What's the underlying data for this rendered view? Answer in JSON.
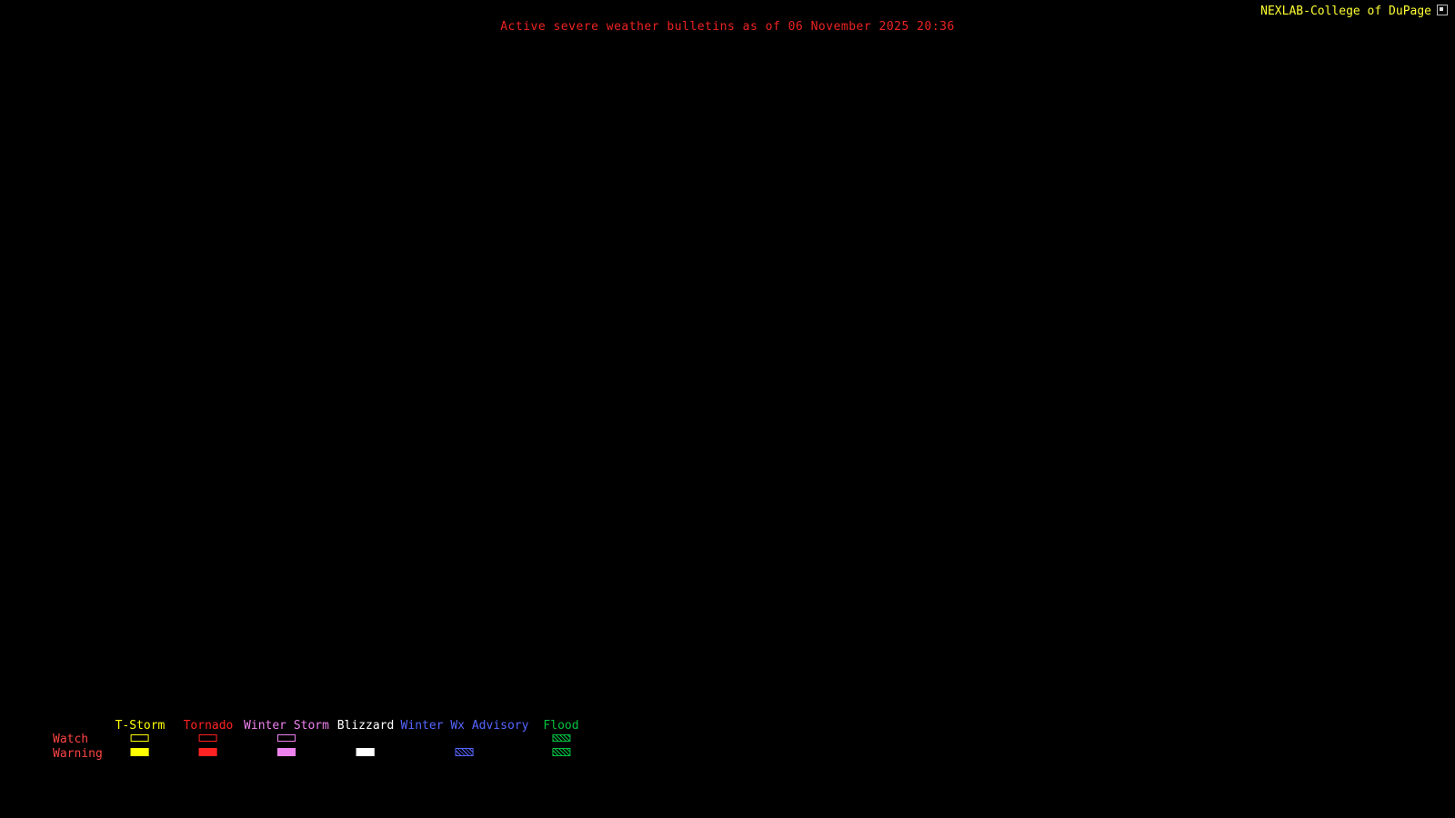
{
  "header": {
    "title": "Active severe weather bulletins as of 06 November 2025 20:36",
    "brand": "NEXLAB-College of DuPage"
  },
  "colors": {
    "background": "#000000",
    "title_text": "#ee2222",
    "brand_text": "#ffff33",
    "row_label_text": "#ff4444"
  },
  "legend": {
    "row_labels": {
      "watch": "Watch",
      "warning": "Warning"
    },
    "columns": [
      {
        "label": "T-Storm",
        "color": "#ffff00",
        "watch": "outline",
        "warning": "fill"
      },
      {
        "label": "Tornado",
        "color": "#ff2222",
        "watch": "outline",
        "warning": "fill"
      },
      {
        "label": "Winter Storm",
        "color": "#ee82ee",
        "watch": "outline",
        "warning": "fill"
      },
      {
        "label": "Blizzard",
        "color": "#ffffff",
        "watch": "none",
        "warning": "fill"
      },
      {
        "label": "Winter Wx Advisory",
        "color": "#5566ff",
        "watch": "none",
        "warning": "hatch"
      },
      {
        "label": "Flood",
        "color": "#00c040",
        "watch": "hatch",
        "warning": "hatch"
      }
    ]
  }
}
